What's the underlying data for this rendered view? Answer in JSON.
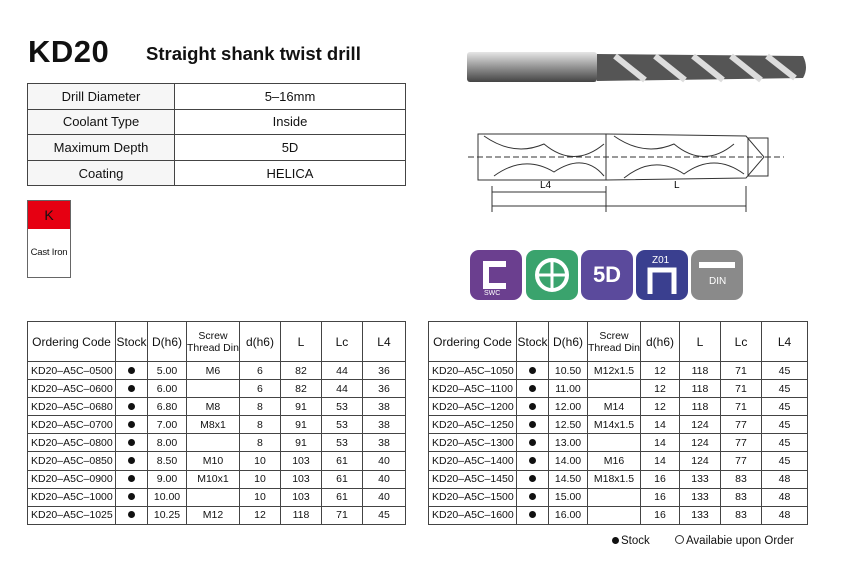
{
  "header": {
    "code": "KD20",
    "description": "Straight shank twist drill"
  },
  "specs": [
    {
      "label": "Drill Diameter",
      "value": "5–16mm"
    },
    {
      "label": "Coolant Type",
      "value": "Inside"
    },
    {
      "label": "Maximum Depth",
      "value": "5D"
    },
    {
      "label": "Coating",
      "value": "HELICA"
    }
  ],
  "material": {
    "code": "K",
    "name": "Cast Iron",
    "color": "#e60012"
  },
  "drawing": {
    "l4": "L4",
    "l": "L"
  },
  "badges": {
    "d5": "5D",
    "z01": "Z01",
    "din": "DIN",
    "swc": "SWC"
  },
  "table_headers": {
    "ordering_code": "Ordering Code",
    "stock": "Stock",
    "d_h6": "D(h6)",
    "screw_line1": "Screw",
    "screw_line2": "Thread Din",
    "shank": "d(h6)",
    "L": "L",
    "Lc": "Lc",
    "L4": "L4"
  },
  "rows_left": [
    {
      "code": "KD20–A5C–0500",
      "D": "5.00",
      "screw": "M6",
      "d": "6",
      "L": "82",
      "Lc": "44",
      "L4": "36"
    },
    {
      "code": "KD20–A5C–0600",
      "D": "6.00",
      "screw": "",
      "d": "6",
      "L": "82",
      "Lc": "44",
      "L4": "36"
    },
    {
      "code": "KD20–A5C–0680",
      "D": "6.80",
      "screw": "M8",
      "d": "8",
      "L": "91",
      "Lc": "53",
      "L4": "38"
    },
    {
      "code": "KD20–A5C–0700",
      "D": "7.00",
      "screw": "M8x1",
      "d": "8",
      "L": "91",
      "Lc": "53",
      "L4": "38"
    },
    {
      "code": "KD20–A5C–0800",
      "D": "8.00",
      "screw": "",
      "d": "8",
      "L": "91",
      "Lc": "53",
      "L4": "38"
    },
    {
      "code": "KD20–A5C–0850",
      "D": "8.50",
      "screw": "M10",
      "d": "10",
      "L": "103",
      "Lc": "61",
      "L4": "40"
    },
    {
      "code": "KD20–A5C–0900",
      "D": "9.00",
      "screw": "M10x1",
      "d": "10",
      "L": "103",
      "Lc": "61",
      "L4": "40"
    },
    {
      "code": "KD20–A5C–1000",
      "D": "10.00",
      "screw": "",
      "d": "10",
      "L": "103",
      "Lc": "61",
      "L4": "40"
    },
    {
      "code": "KD20–A5C–1025",
      "D": "10.25",
      "screw": "M12",
      "d": "12",
      "L": "118",
      "Lc": "71",
      "L4": "45"
    }
  ],
  "rows_right": [
    {
      "code": "KD20–A5C–1050",
      "D": "10.50",
      "screw": "M12x1.5",
      "d": "12",
      "L": "118",
      "Lc": "71",
      "L4": "45"
    },
    {
      "code": "KD20–A5C–1100",
      "D": "11.00",
      "screw": "",
      "d": "12",
      "L": "118",
      "Lc": "71",
      "L4": "45"
    },
    {
      "code": "KD20–A5C–1200",
      "D": "12.00",
      "screw": "M14",
      "d": "12",
      "L": "118",
      "Lc": "71",
      "L4": "45"
    },
    {
      "code": "KD20–A5C–1250",
      "D": "12.50",
      "screw": "M14x1.5",
      "d": "14",
      "L": "124",
      "Lc": "77",
      "L4": "45"
    },
    {
      "code": "KD20–A5C–1300",
      "D": "13.00",
      "screw": "",
      "d": "14",
      "L": "124",
      "Lc": "77",
      "L4": "45"
    },
    {
      "code": "KD20–A5C–1400",
      "D": "14.00",
      "screw": "M16",
      "d": "14",
      "L": "124",
      "Lc": "77",
      "L4": "45"
    },
    {
      "code": "KD20–A5C–1450",
      "D": "14.50",
      "screw": "M18x1.5",
      "d": "16",
      "L": "133",
      "Lc": "83",
      "L4": "48"
    },
    {
      "code": "KD20–A5C–1500",
      "D": "15.00",
      "screw": "",
      "d": "16",
      "L": "133",
      "Lc": "83",
      "L4": "48"
    },
    {
      "code": "KD20–A5C–1600",
      "D": "16.00",
      "screw": "",
      "d": "16",
      "L": "133",
      "Lc": "83",
      "L4": "48"
    }
  ],
  "legend": {
    "stock": "Stock",
    "order": "Availabie upon Order"
  }
}
